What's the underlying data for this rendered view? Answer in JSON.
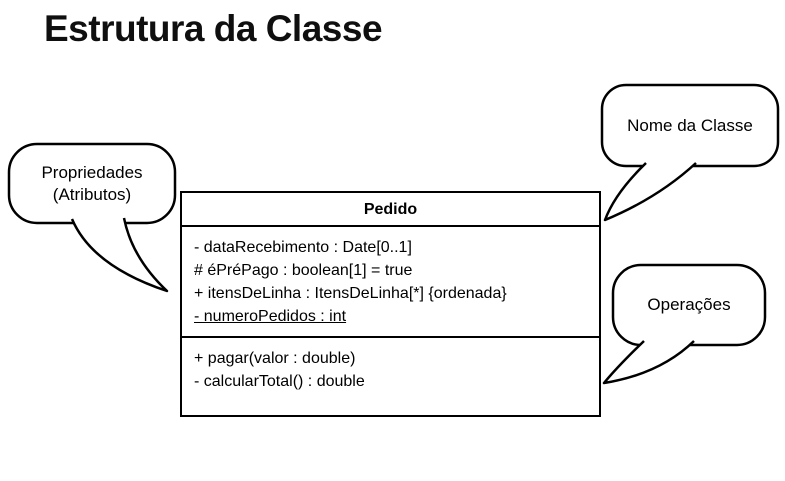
{
  "title": "Estrutura da Classe",
  "uml_class": {
    "name": "Pedido",
    "attributes": [
      {
        "text": "- dataRecebimento : Date[0..1]",
        "underline": false
      },
      {
        "text": "# éPréPago : boolean[1] = true",
        "underline": false
      },
      {
        "text": "+ itensDeLinha : ItensDeLinha[*] {ordenada}",
        "underline": false
      },
      {
        "text": "- numeroPedidos : int",
        "underline": true
      }
    ],
    "operations": [
      {
        "text": "+ pagar(valor : double)"
      },
      {
        "text": "- calcularTotal() : double"
      }
    ]
  },
  "callouts": {
    "class_name": "Nome da Classe",
    "attributes": "Propriedades (Atributos)",
    "operations": "Operações"
  },
  "colors": {
    "ink": "#000000",
    "background": "#ffffff"
  }
}
